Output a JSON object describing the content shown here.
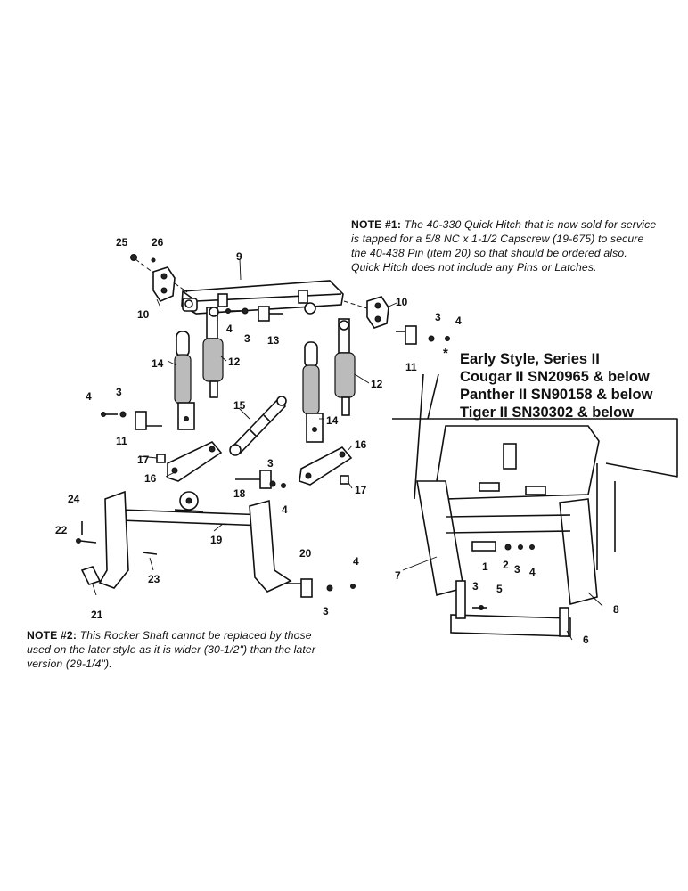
{
  "notes": {
    "note1": {
      "label": "NOTE #1:",
      "text": "The 40-330 Quick Hitch that is now sold for service is tapped for a 5/8 NC x 1-1/2 Capscrew (19-675) to secure the 40-438 Pin (item 20) so that should be ordered also. Quick Hitch does not include any Pins or Latches."
    },
    "note2": {
      "label": "NOTE #2:",
      "text": "This Rocker Shaft cannot be replaced by those used on the later style as it is wider (30-1/2\") than the later version (29-1/4\")."
    }
  },
  "style_block": {
    "star": "*",
    "lines": [
      "Early Style, Series II",
      "Cougar II SN20965 & below",
      "Panther II SN90158 & below",
      "Tiger II SN30302 & below"
    ]
  },
  "callouts": {
    "c25": "25",
    "c26": "26",
    "c9": "9",
    "c10a": "10",
    "c10b": "10",
    "c4a": "4",
    "c3a": "3",
    "c13": "13",
    "c12a": "12",
    "c14a": "14",
    "c12b": "12",
    "c14b": "14",
    "c3b": "3",
    "c4b": "4",
    "c11a": "11",
    "c4c": "4",
    "c3c": "3",
    "c11b": "11",
    "c15": "15",
    "c17a": "17",
    "c16a": "16",
    "c16b": "16",
    "c17b": "17",
    "c18": "18",
    "c3d": "3",
    "c4d": "4",
    "c24": "24",
    "c22": "22",
    "c19": "19",
    "c23": "23",
    "c21": "21",
    "c20": "20",
    "c4e": "4",
    "c3e": "3",
    "c7": "7",
    "c1": "1",
    "c2": "2",
    "c3f": "3",
    "c4f": "4",
    "c3g": "3",
    "c5": "5",
    "c8": "8",
    "c6": "6"
  }
}
